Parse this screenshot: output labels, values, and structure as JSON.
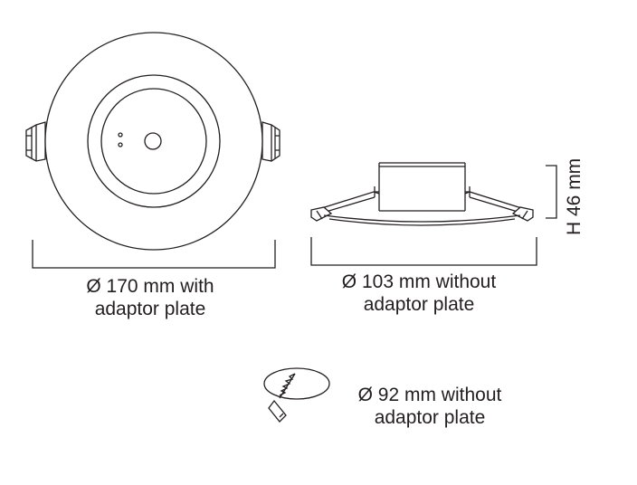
{
  "dimensions": {
    "top_view": {
      "line1": "Ø 170 mm with",
      "line2": "adaptor plate"
    },
    "side_view": {
      "line1": "Ø 103 mm without",
      "line2": "adaptor plate"
    },
    "cutout": {
      "line1": "Ø 92 mm without",
      "line2": "adaptor plate"
    },
    "height": "H 46 mm"
  },
  "colors": {
    "line": "#231f20",
    "background": "#ffffff"
  }
}
